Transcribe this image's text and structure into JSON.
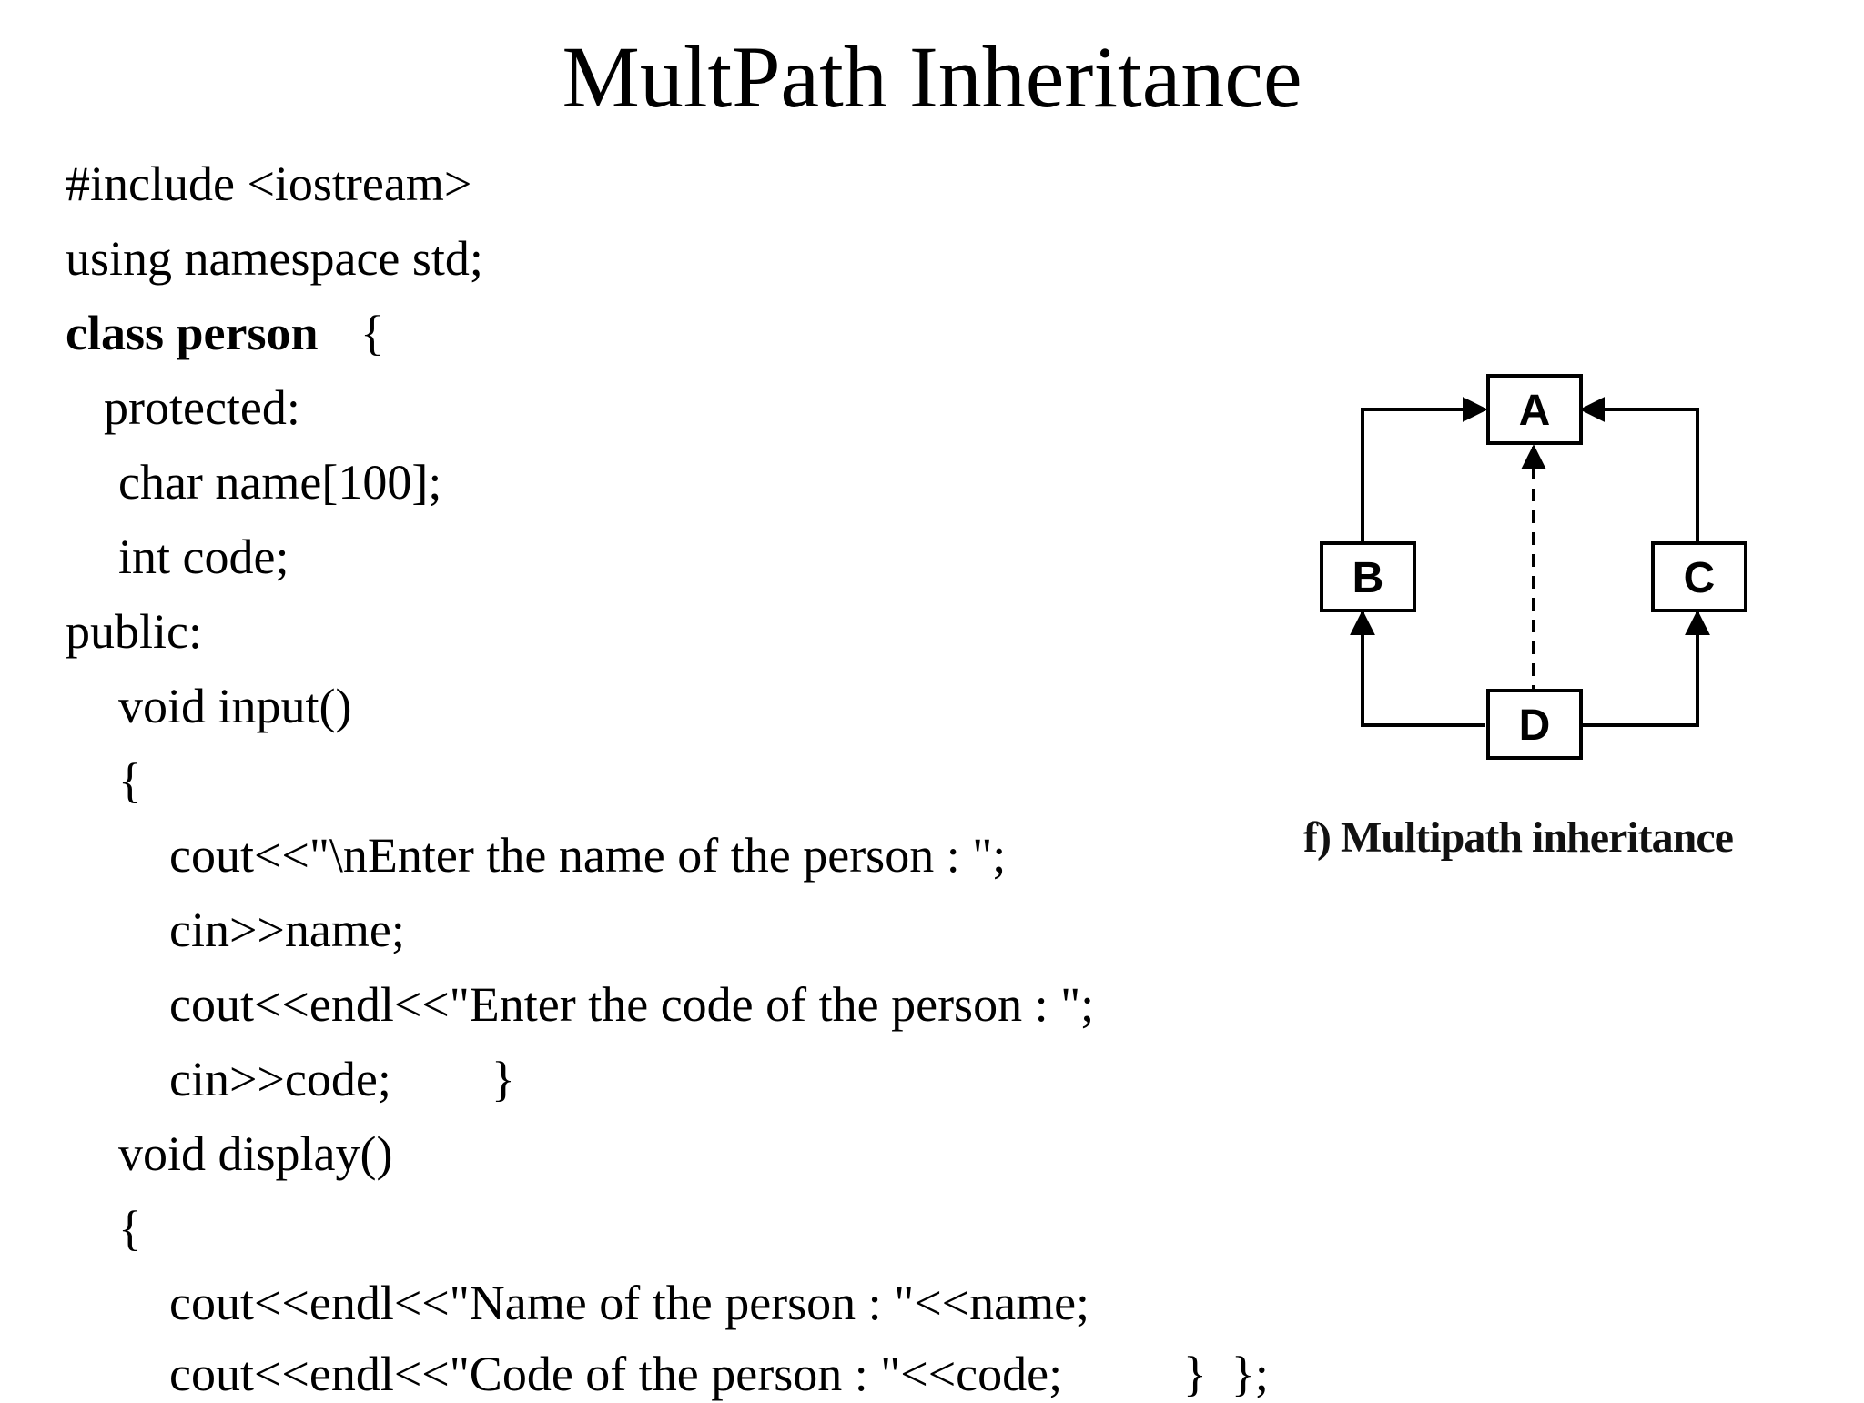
{
  "title": "MultPath Inheritance",
  "code": {
    "lines": [
      "#include <iostream>",
      "using namespace std;",
      "class person",
      "{",
      "protected:",
      "char name[100];",
      "int code;",
      "public:",
      "void input()",
      "{",
      "cout<<\"\\nEnter the name of the person : \";",
      "cin>>name;",
      "cout<<endl<<\"Enter the code of the person : \";",
      "cin>>code;",
      "}",
      "void display()",
      "{",
      "cout<<endl<<\"Name of the person : \"<<name;",
      "cout<<endl<<\"Code of the person : \"<<code;",
      "}  };"
    ]
  },
  "figure": {
    "nodes": {
      "a": "A",
      "b": "B",
      "c": "C",
      "d": "D"
    },
    "caption": "f) Multipath inheritance"
  }
}
